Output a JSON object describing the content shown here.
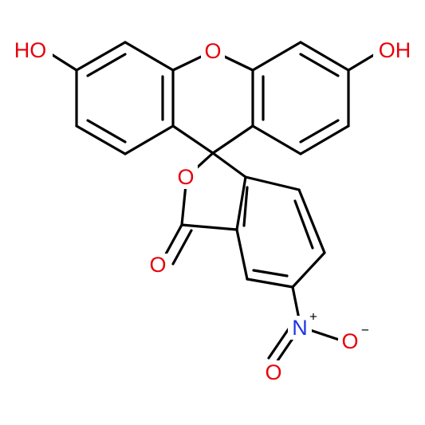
{
  "molecule": {
    "atom_labels": {
      "oh_left": "HO",
      "oh_right": "OH",
      "xanthene_o": "O",
      "lactone_o": "O",
      "carbonyl_o": "O",
      "nitro_n": "N",
      "nitro_n_charge": "+",
      "nitro_o_single": "O",
      "nitro_o_single_charge": "−",
      "nitro_o_double": "O"
    },
    "colors": {
      "bond": "#000000",
      "oxygen": "#e8000b",
      "nitrogen": "#1f33e6",
      "background": "#ffffff"
    }
  }
}
